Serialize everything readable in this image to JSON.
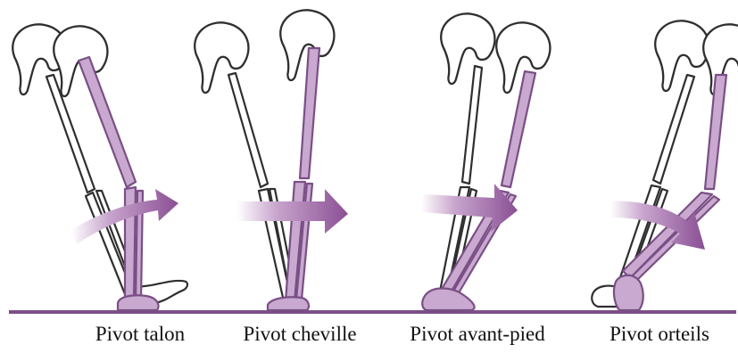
{
  "captions": {
    "talon": "Pivot talon",
    "cheville": "Pivot cheville",
    "avant_pied": "Pivot avant-pied",
    "orteils": "Pivot orteils"
  },
  "colors": {
    "limb_highlight": "#c9a9cf",
    "limb_outline": "#7a4f86",
    "arrow": "#8a4f94",
    "ground": "#7b4f86",
    "bone_outline": "#2f2f2f"
  },
  "icons": [
    "femoral-head-icon",
    "leg-bone-icon",
    "foot-icon",
    "rotation-arrow-icon"
  ]
}
